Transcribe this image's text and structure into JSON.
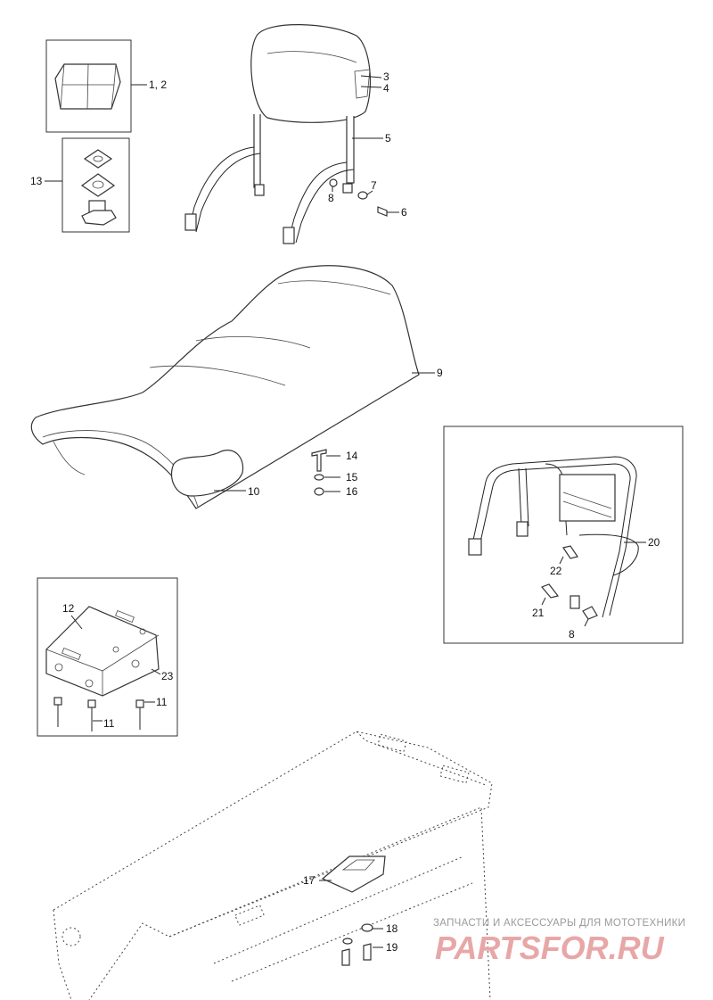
{
  "labels": {
    "l_1_2": "1, 2",
    "l_3": "3",
    "l_4": "4",
    "l_5": "5",
    "l_6": "6",
    "l_7": "7",
    "l_8a": "8",
    "l_9": "9",
    "l_10": "10",
    "l_11a": "11",
    "l_11b": "11",
    "l_12": "12",
    "l_13": "13",
    "l_14": "14",
    "l_15": "15",
    "l_16": "16",
    "l_17": "17",
    "l_18": "18",
    "l_19": "19",
    "l_20": "20",
    "l_21": "21",
    "l_22": "22",
    "l_23": "23",
    "l_8b": "8"
  },
  "watermark": {
    "tagline": "ЗАПЧАСТИ И АКСЕССУАРЫ ДЛЯ МОТОТЕХНИКИ",
    "logo": "PARTSFOR.RU"
  }
}
